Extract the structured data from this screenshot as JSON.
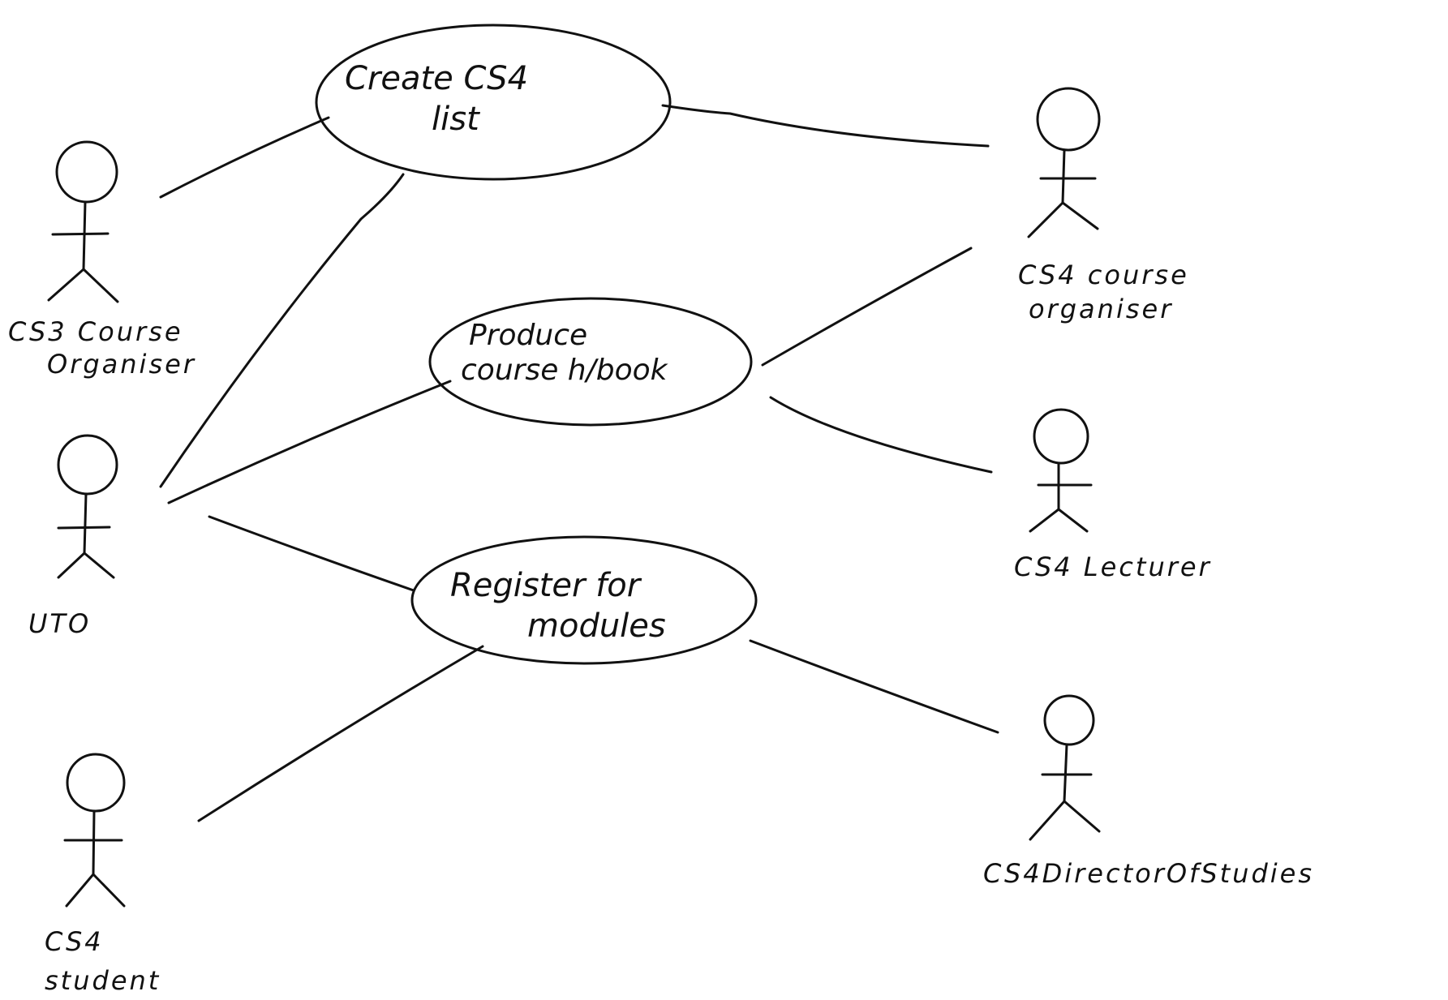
{
  "use_cases": {
    "create_list": {
      "line1": "Create CS4",
      "line2": "list"
    },
    "produce_handbook": {
      "line1": "Produce",
      "line2": "course h/book"
    },
    "register_modules": {
      "line1": "Register for",
      "line2": "modules"
    }
  },
  "actors": {
    "cs3_course_organiser": {
      "line1": "CS3 Course",
      "line2": "Organiser"
    },
    "uto": {
      "line1": "UTO"
    },
    "cs4_student": {
      "line1": "CS4",
      "line2": "student"
    },
    "cs4_course_organiser": {
      "line1": "CS4 course",
      "line2": "organiser"
    },
    "cs4_lecturer": {
      "line1": "CS4 Lecturer"
    },
    "cs4_director_of_studies": {
      "line1": "CS4DirectorOfStudies"
    }
  },
  "colors": {
    "ink": "#111111",
    "paper": "#ffffff"
  }
}
